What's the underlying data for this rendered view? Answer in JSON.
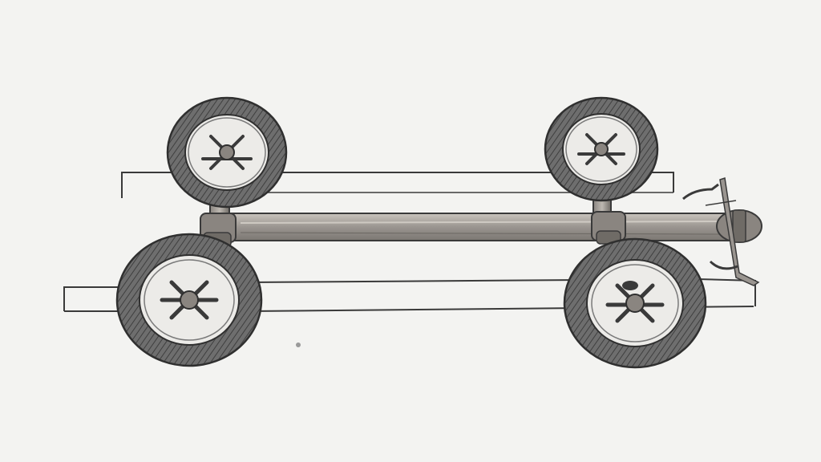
{
  "scene": {
    "subject": "hand-drawn-four-wheel-chassis-sketch",
    "palette": {
      "paper": "#f3f3f1",
      "ink": "#3a3a3a",
      "tire": "#6b6b6b",
      "tire_dark": "#4a4a4a",
      "hub_face": "#ececea",
      "beam": "#9a9590",
      "beam_light": "#c9c4bd"
    },
    "parts": [
      "rear-left-wheel",
      "rear-right-wheel",
      "front-left-wheel",
      "front-right-wheel",
      "main-drive-shaft",
      "left-axle",
      "right-axle",
      "upper-frame-rail",
      "lower-frame-rail",
      "tow-hook-assembly"
    ]
  }
}
